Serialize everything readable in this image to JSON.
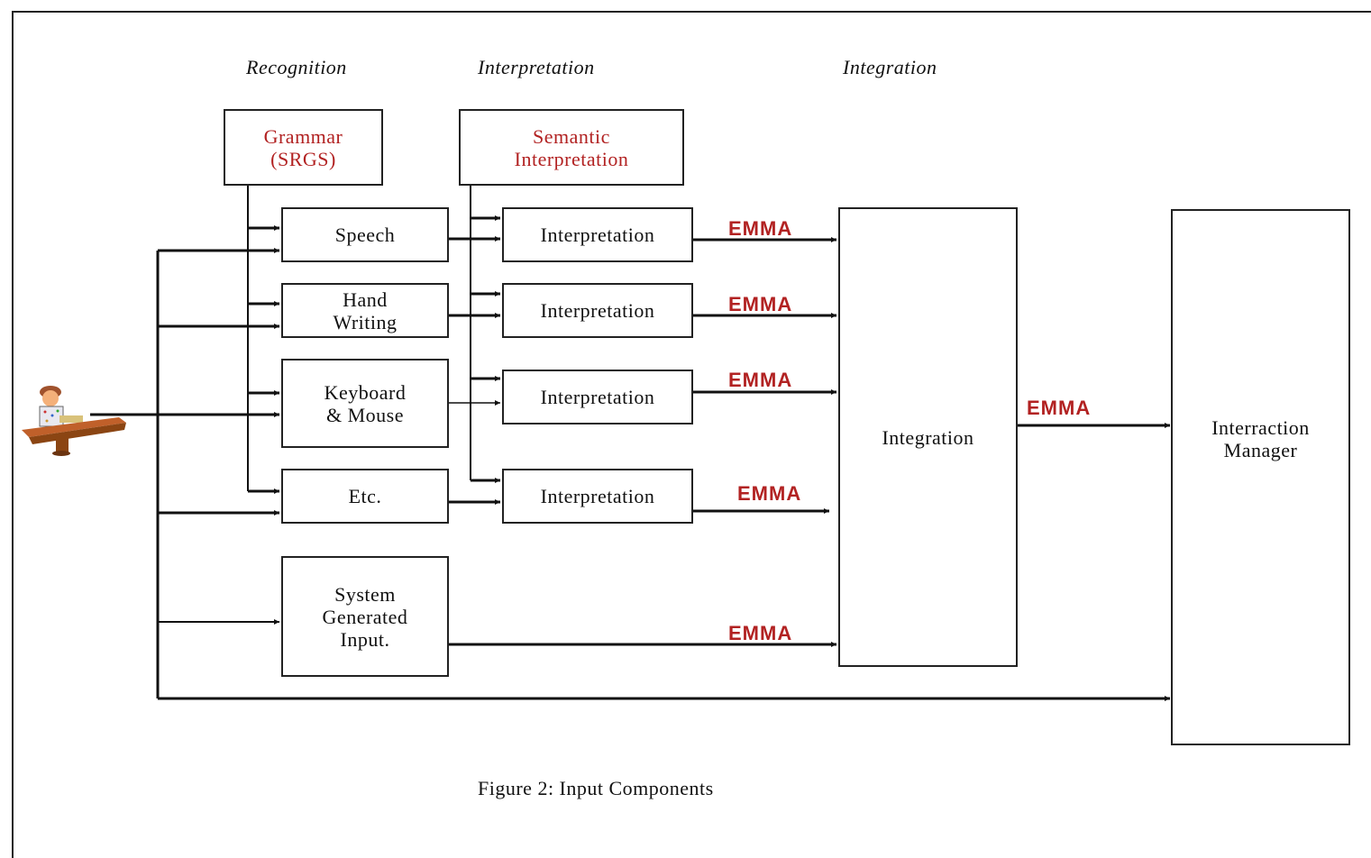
{
  "stages": {
    "recognition": "Recognition",
    "interpretation": "Interpretation",
    "integration": "Integration"
  },
  "boxes": {
    "grammar": "Grammar\n(SRGS)",
    "semantic": "Semantic\nInterpretation",
    "speech": "Speech",
    "handwriting": "Hand\nWriting",
    "keyboard": "Keyboard\n& Mouse",
    "etc": "Etc.",
    "system": "System\nGenerated\nInput.",
    "interp1": "Interpretation",
    "interp2": "Interpretation",
    "interp3": "Interpretation",
    "interp4": "Interpretation",
    "integration": "Integration",
    "manager": "Interraction\nManager"
  },
  "emma": [
    "EMMA",
    "EMMA",
    "EMMA",
    "EMMA",
    "EMMA",
    "EMMA"
  ],
  "caption": "Figure 2: Input Components",
  "icons": {
    "user": "user-at-desk-icon"
  },
  "colors": {
    "accent": "#b22222",
    "line": "#111111"
  }
}
